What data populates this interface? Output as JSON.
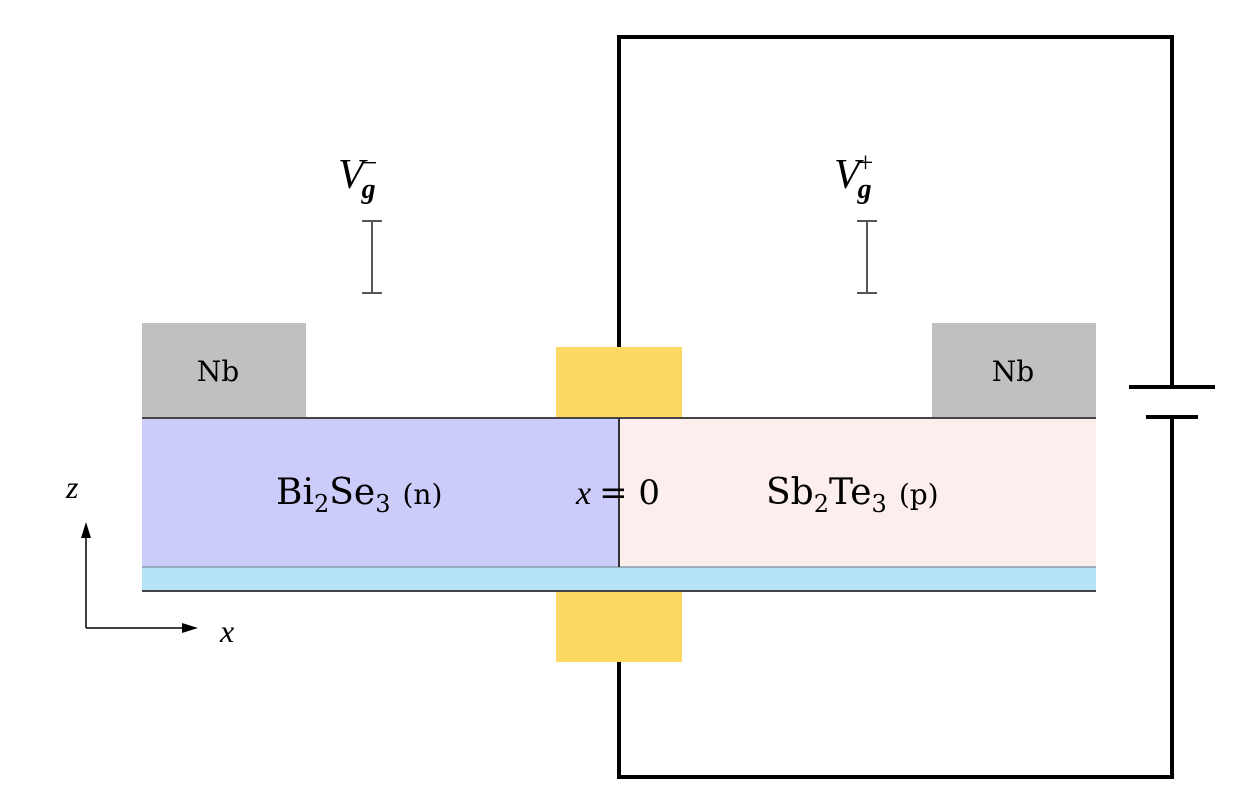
{
  "labels": {
    "contact_left": "Nb",
    "contact_right": "Nb",
    "material_left_base": "Bi",
    "material_left_sub1": "2",
    "material_left_mid": "Se",
    "material_left_sub2": "3",
    "material_left_type": "(n)",
    "material_right_base": "Sb",
    "material_right_sub1": "2",
    "material_right_mid": "Te",
    "material_right_sub2": "3",
    "material_right_type": "(p)",
    "junction_var": "x",
    "junction_eq": "= 0",
    "gate_left_base": "V",
    "gate_left_sub": "g",
    "gate_left_sup": "−",
    "gate_right_base": "V",
    "gate_right_sub": "g",
    "gate_right_sup": "+",
    "axis_z": "z",
    "axis_x": "x"
  },
  "colors": {
    "n_region": "#ccccfa",
    "p_region": "#fdeeee",
    "contact": "#c0c0c0",
    "gate_electrode": "#fdd862",
    "substrate": "#b5e3f7",
    "wire": "#000000",
    "gate_symbol": "#555555"
  }
}
